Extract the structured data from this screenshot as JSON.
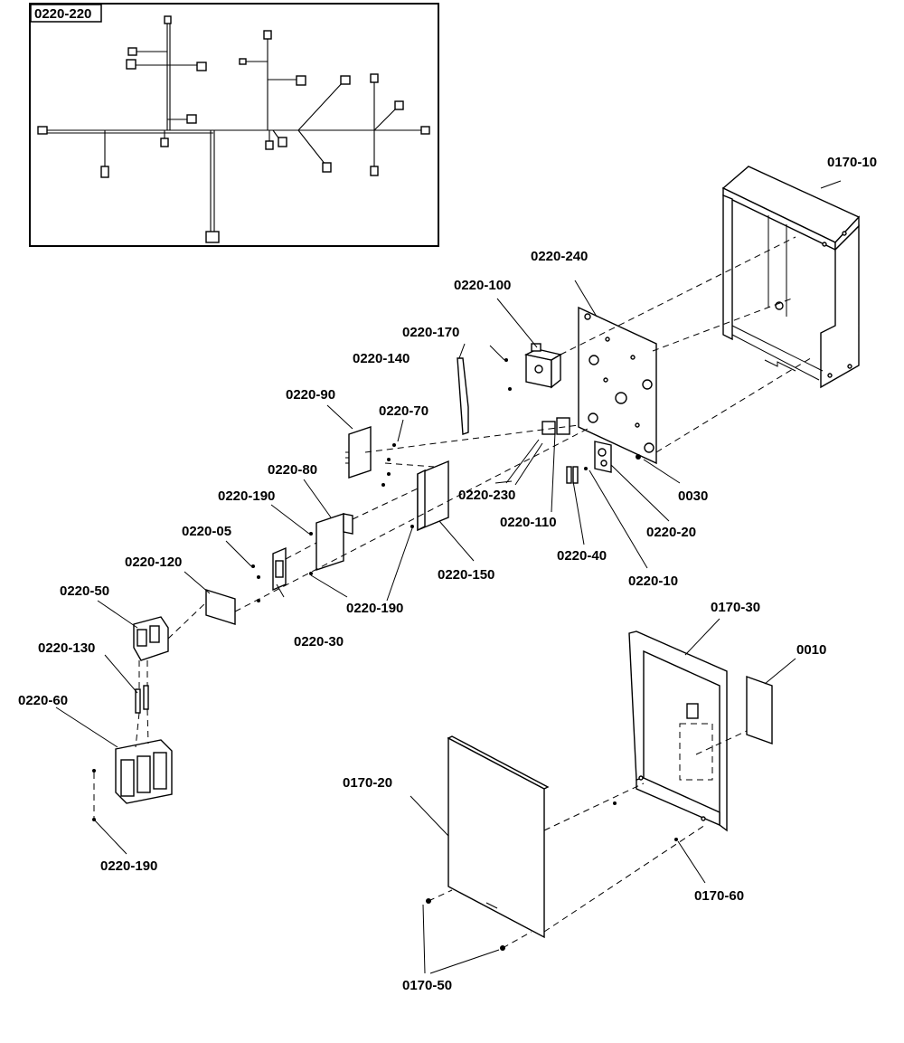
{
  "inset": {
    "title": "0220-220"
  },
  "callouts": [
    {
      "id": "0170-10",
      "text": "0170-10"
    },
    {
      "id": "0220-240",
      "text": "0220-240"
    },
    {
      "id": "0220-100",
      "text": "0220-100"
    },
    {
      "id": "0220-170",
      "text": "0220-170"
    },
    {
      "id": "0220-140",
      "text": "0220-140"
    },
    {
      "id": "0220-90",
      "text": "0220-90"
    },
    {
      "id": "0220-70",
      "text": "0220-70"
    },
    {
      "id": "0220-80",
      "text": "0220-80"
    },
    {
      "id": "0220-190-a",
      "text": "0220-190"
    },
    {
      "id": "0220-05",
      "text": "0220-05"
    },
    {
      "id": "0220-120",
      "text": "0220-120"
    },
    {
      "id": "0220-50",
      "text": "0220-50"
    },
    {
      "id": "0220-130",
      "text": "0220-130"
    },
    {
      "id": "0220-60",
      "text": "0220-60"
    },
    {
      "id": "0220-190-c",
      "text": "0220-190"
    },
    {
      "id": "0220-30",
      "text": "0220-30"
    },
    {
      "id": "0220-190-b",
      "text": "0220-190"
    },
    {
      "id": "0220-150",
      "text": "0220-150"
    },
    {
      "id": "0220-230",
      "text": "0220-230"
    },
    {
      "id": "0220-110",
      "text": "0220-110"
    },
    {
      "id": "0220-40",
      "text": "0220-40"
    },
    {
      "id": "0220-10",
      "text": "0220-10"
    },
    {
      "id": "0220-20",
      "text": "0220-20"
    },
    {
      "id": "0030",
      "text": "0030"
    },
    {
      "id": "0170-30",
      "text": "0170-30"
    },
    {
      "id": "0010",
      "text": "0010"
    },
    {
      "id": "0170-20",
      "text": "0170-20"
    },
    {
      "id": "0170-60",
      "text": "0170-60"
    },
    {
      "id": "0170-50",
      "text": "0170-50"
    }
  ]
}
